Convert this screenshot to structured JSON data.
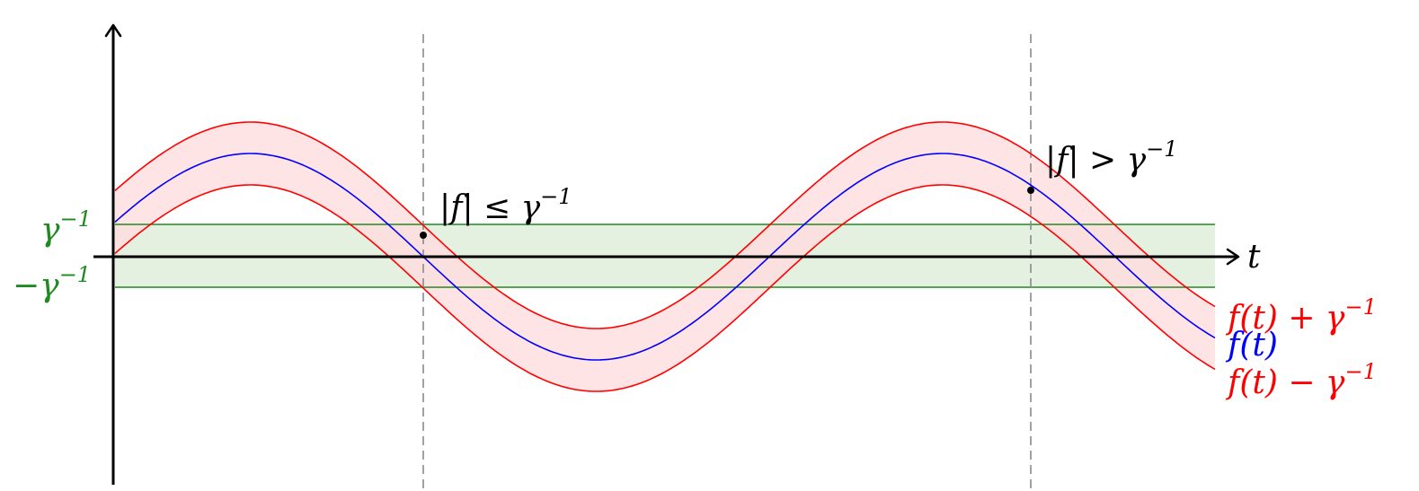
{
  "colors": {
    "curve": "#0000ff",
    "band_edge": "#ff0000",
    "band_fill": "#ffdde0",
    "threshold_line": "#1f8a1f",
    "threshold_fill": "#e4f0e0",
    "guide": "#8a8a8a",
    "axis": "#000000"
  },
  "axis": {
    "t_label": "t"
  },
  "thresholds": {
    "upper": {
      "base": "γ",
      "exp": "−1"
    },
    "lower": {
      "base": "−γ",
      "exp": "−1"
    }
  },
  "annotations": {
    "small": {
      "text": "|f| ≤ γ",
      "exp": "−1"
    },
    "large": {
      "text": "|f| > γ",
      "exp": "−1"
    }
  },
  "curve_labels": {
    "upper": {
      "text": "f(t) + γ",
      "exp": "−1"
    },
    "middle": {
      "text": "f(t)"
    },
    "lower": {
      "text": "f(t) − γ",
      "exp": "−1"
    }
  }
}
